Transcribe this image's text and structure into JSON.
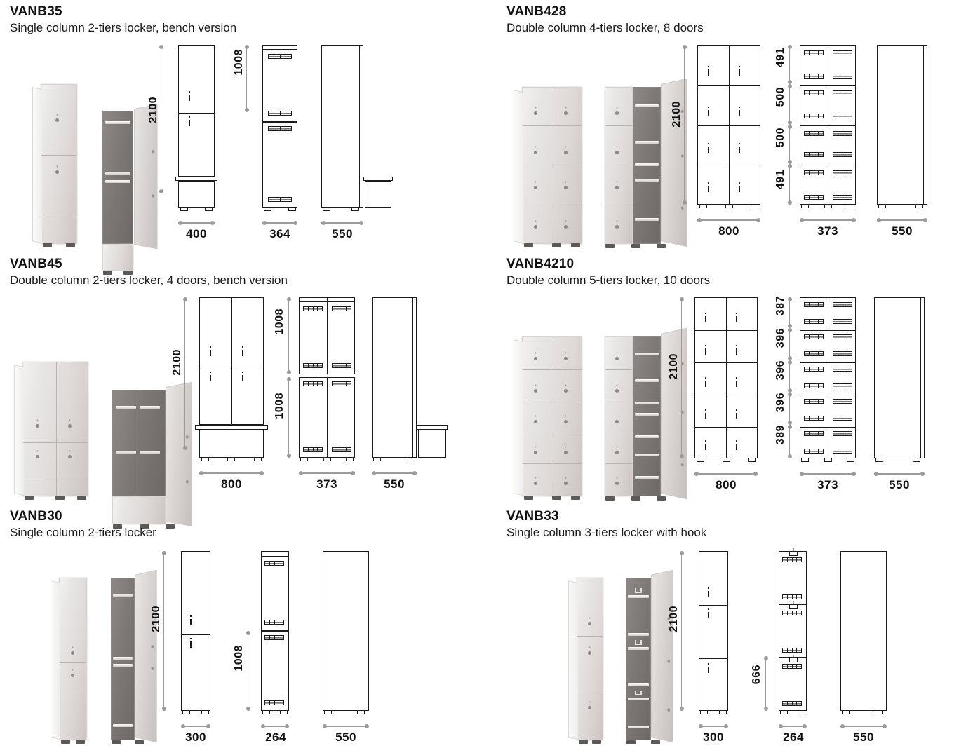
{
  "page": {
    "kind": "product-specification-sheet",
    "subject": "locker range technical drawings",
    "accent_color": "#111111",
    "dimension_line_color": "#9b9b9b"
  },
  "products": [
    {
      "code": "VANB35",
      "description": "Single column 2-tiers locker, bench version",
      "columns": 1,
      "tiers": 2,
      "bench": true,
      "views": [
        {
          "name": "front",
          "width_label": "400",
          "height_label": "2100"
        },
        {
          "name": "internal",
          "width_label": "364",
          "tier_labels": [
            "1008"
          ]
        },
        {
          "name": "side",
          "width_label": "550"
        }
      ],
      "dimensions": {
        "height": "2100",
        "front_width": "400",
        "internal_width": "364",
        "depth": "550",
        "tier_heights": [
          "1008"
        ]
      }
    },
    {
      "code": "VANB428",
      "description": "Double column 4-tiers locker, 8 doors",
      "columns": 2,
      "tiers": 4,
      "bench": false,
      "views": [
        {
          "name": "front",
          "width_label": "800",
          "height_label": "2100"
        },
        {
          "name": "internal",
          "width_label": "373",
          "tier_labels": [
            "491",
            "500",
            "500",
            "491"
          ]
        },
        {
          "name": "side",
          "width_label": "550"
        }
      ],
      "dimensions": {
        "height": "2100",
        "front_width": "800",
        "internal_width": "373",
        "depth": "550",
        "tier_heights": [
          "491",
          "500",
          "500",
          "491"
        ]
      }
    },
    {
      "code": "VANB45",
      "description": "Double column 2-tiers locker, 4 doors, bench version",
      "columns": 2,
      "tiers": 2,
      "bench": true,
      "views": [
        {
          "name": "front",
          "width_label": "800",
          "height_label": "2100"
        },
        {
          "name": "internal",
          "width_label": "373",
          "tier_labels": [
            "1008",
            "1008"
          ]
        },
        {
          "name": "side",
          "width_label": "550"
        }
      ],
      "dimensions": {
        "height": "2100",
        "front_width": "800",
        "internal_width": "373",
        "depth": "550",
        "tier_heights": [
          "1008",
          "1008"
        ]
      }
    },
    {
      "code": "VANB4210",
      "description": "Double column 5-tiers locker, 10 doors",
      "columns": 2,
      "tiers": 5,
      "bench": false,
      "views": [
        {
          "name": "front",
          "width_label": "800",
          "height_label": "2100"
        },
        {
          "name": "internal",
          "width_label": "373",
          "tier_labels": [
            "387",
            "396",
            "396",
            "396",
            "389"
          ]
        },
        {
          "name": "side",
          "width_label": "550"
        }
      ],
      "dimensions": {
        "height": "2100",
        "front_width": "800",
        "internal_width": "373",
        "depth": "550",
        "tier_heights": [
          "387",
          "396",
          "396",
          "396",
          "389"
        ]
      }
    },
    {
      "code": "VANB30",
      "description": "Single column 2-tiers locker",
      "columns": 1,
      "tiers": 2,
      "bench": false,
      "views": [
        {
          "name": "front",
          "width_label": "300",
          "height_label": "2100"
        },
        {
          "name": "internal",
          "width_label": "264",
          "tier_labels": [
            "1008"
          ]
        },
        {
          "name": "side",
          "width_label": "550"
        }
      ],
      "dimensions": {
        "height": "2100",
        "front_width": "300",
        "internal_width": "264",
        "depth": "550",
        "tier_heights": [
          "1008"
        ]
      }
    },
    {
      "code": "VANB33",
      "description": "Single column 3-tiers locker with hook",
      "columns": 1,
      "tiers": 3,
      "bench": false,
      "hook": true,
      "views": [
        {
          "name": "front",
          "width_label": "300",
          "height_label": "2100"
        },
        {
          "name": "internal",
          "width_label": "264",
          "tier_labels": [
            "666"
          ]
        },
        {
          "name": "side",
          "width_label": "550"
        }
      ],
      "dimensions": {
        "height": "2100",
        "front_width": "300",
        "internal_width": "264",
        "depth": "550",
        "tier_heights": [
          "666"
        ]
      }
    }
  ]
}
